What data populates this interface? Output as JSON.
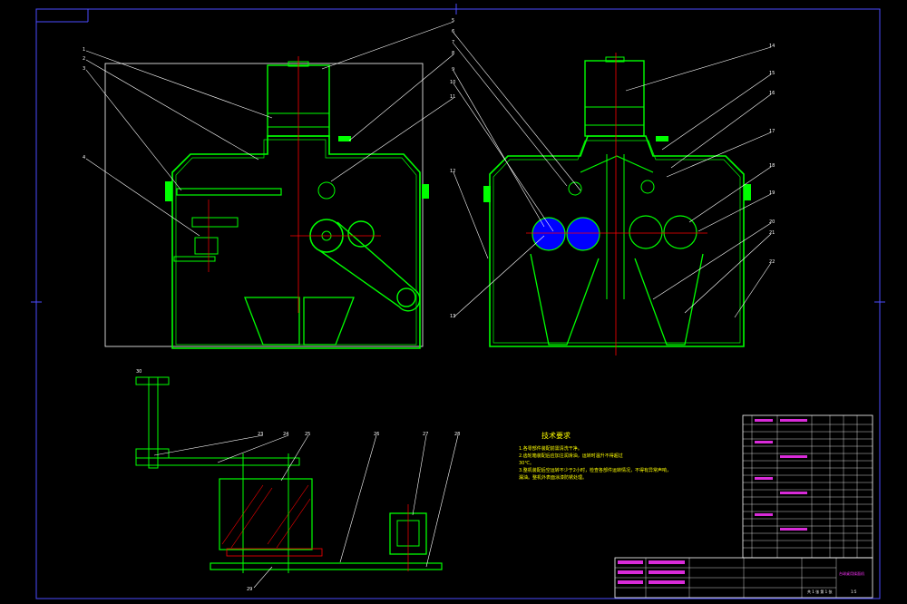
{
  "colors": {
    "background": "#000000",
    "frame": "#4c4cff",
    "body_outline": "#00ff00",
    "leader": "#ffffff",
    "centerline": "#ff0000",
    "roller_fill": "#0000ff",
    "title_block_text": "#ff33ff",
    "note_text": "#ffff00"
  },
  "views": {
    "front": "front-section-view",
    "side": "side-section-view",
    "drive": "drive-train-detail"
  },
  "front_labels": [
    "1",
    "2",
    "3",
    "4",
    "5",
    "6",
    "7",
    "8",
    "9",
    "10",
    "11"
  ],
  "side_labels": [
    "12",
    "13",
    "14",
    "15",
    "16",
    "17",
    "18",
    "19",
    "20",
    "21",
    "22"
  ],
  "drive_labels": [
    "23",
    "24",
    "25",
    "26",
    "27",
    "28",
    "29",
    "30"
  ],
  "technical_requirements": {
    "title": "技术要求",
    "lines": [
      "1.各零部件装配前需清洗干净。",
      "2.齿轮箱装配后应加注润滑油，运转时温升不得超过",
      "30℃。",
      "3.整机装配后空运转不少于2小时，检查各部件运转情况，不得有异常声响，",
      "漏油。整机外表面涂漆防锈处理。"
    ]
  },
  "title_block": {
    "name": "台球桌用揉面机",
    "scale": "1:5",
    "sheet": "共 1 张 第 1 张"
  }
}
